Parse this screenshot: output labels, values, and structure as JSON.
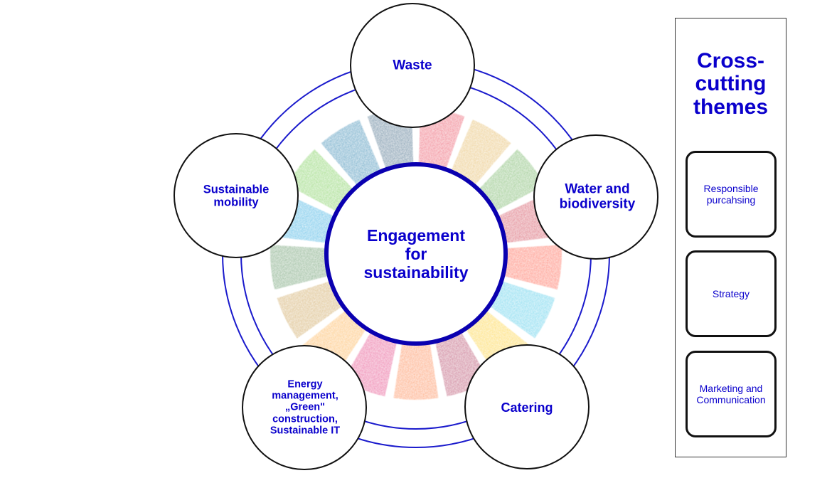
{
  "diagram": {
    "center": {
      "label": "Engagement for sustainability",
      "lines": [
        "Engagement",
        "for",
        "sustainability"
      ]
    },
    "satellites": [
      {
        "id": "waste",
        "lines": [
          "Waste"
        ]
      },
      {
        "id": "water",
        "lines": [
          "Water and",
          "biodiversity"
        ]
      },
      {
        "id": "catering",
        "lines": [
          "Catering"
        ]
      },
      {
        "id": "energy",
        "lines": [
          "Energy",
          "management,",
          "„Green\"",
          "construction,",
          "Sustainable IT"
        ]
      },
      {
        "id": "mobility",
        "lines": [
          "Sustainable",
          "mobility"
        ]
      }
    ],
    "sdg_wheel_segments": 17,
    "colors": {
      "text": "#0a00cc",
      "ring": "#1a1acc",
      "center_border": "#0a00b0",
      "satellite_border": "#111111",
      "wheel": [
        "#e5243b",
        "#dda63a",
        "#4c9f38",
        "#c5192d",
        "#ff3a21",
        "#26bde2",
        "#fcc30b",
        "#a21942",
        "#fd6925",
        "#dd1367",
        "#fd9d24",
        "#bf8b2e",
        "#3f7e44",
        "#0a97d9",
        "#56c02b",
        "#00689d",
        "#19486a"
      ]
    }
  },
  "side_panel": {
    "title_lines": [
      "Cross-",
      "cutting",
      "themes"
    ],
    "themes": [
      {
        "lines": [
          "Responsible",
          "purcahsing"
        ]
      },
      {
        "lines": [
          "Strategy"
        ]
      },
      {
        "lines": [
          "Marketing and",
          "Communication"
        ]
      }
    ]
  }
}
